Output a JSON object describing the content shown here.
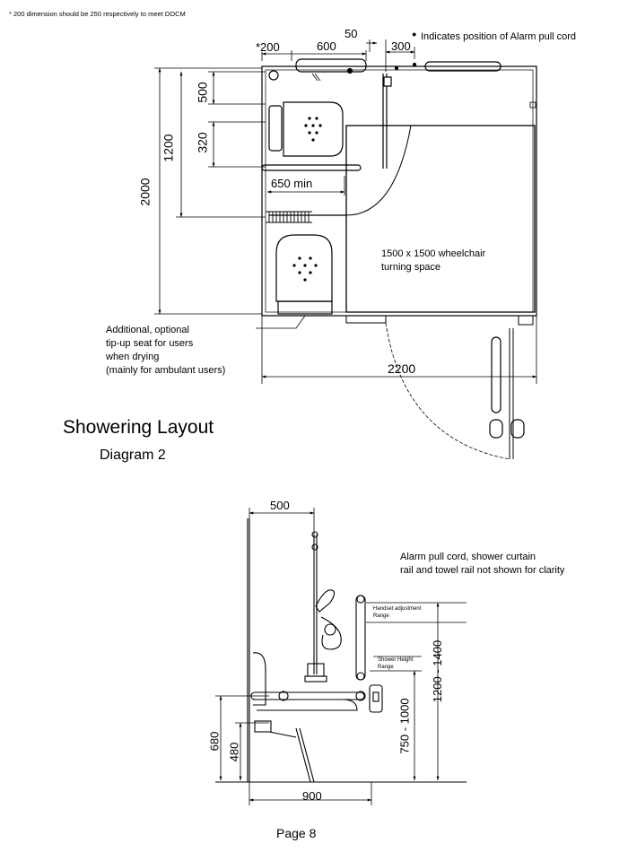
{
  "header_note": "* 200 dimension should be 250 respectively to meet DOCM",
  "plan": {
    "alarm_note": "Indicates position of Alarm pull cord",
    "dims": {
      "star200": "*200",
      "d600": "600",
      "d50": "50",
      "d300": "300",
      "d500": "500",
      "d1200": "1200",
      "d320": "320",
      "d2000": "2000",
      "d650": "650 min",
      "d2200": "2200"
    },
    "turning_space": [
      "1500 x 1500 wheelchair",
      "turning space"
    ],
    "optional_seat": [
      "Additional, optional",
      "tip-up seat for users",
      "when drying",
      "(mainly for ambulant users)"
    ]
  },
  "titles": {
    "main": "Showering Layout",
    "sub": "Diagram 2"
  },
  "elevation": {
    "note": [
      "Alarm pull cord, shower curtain",
      "rail and towel rail not shown for clarity"
    ],
    "dims": {
      "d500": "500",
      "d680": "680",
      "d480": "480",
      "d900": "900",
      "d750_1000": "750 - 1000",
      "d1200_1400": "1200 - 1400"
    },
    "handset_label": [
      "Handset adjustment",
      "Range"
    ],
    "shower_label": [
      "Shower Height",
      "Range"
    ]
  },
  "footer": {
    "page": "Page 8"
  }
}
